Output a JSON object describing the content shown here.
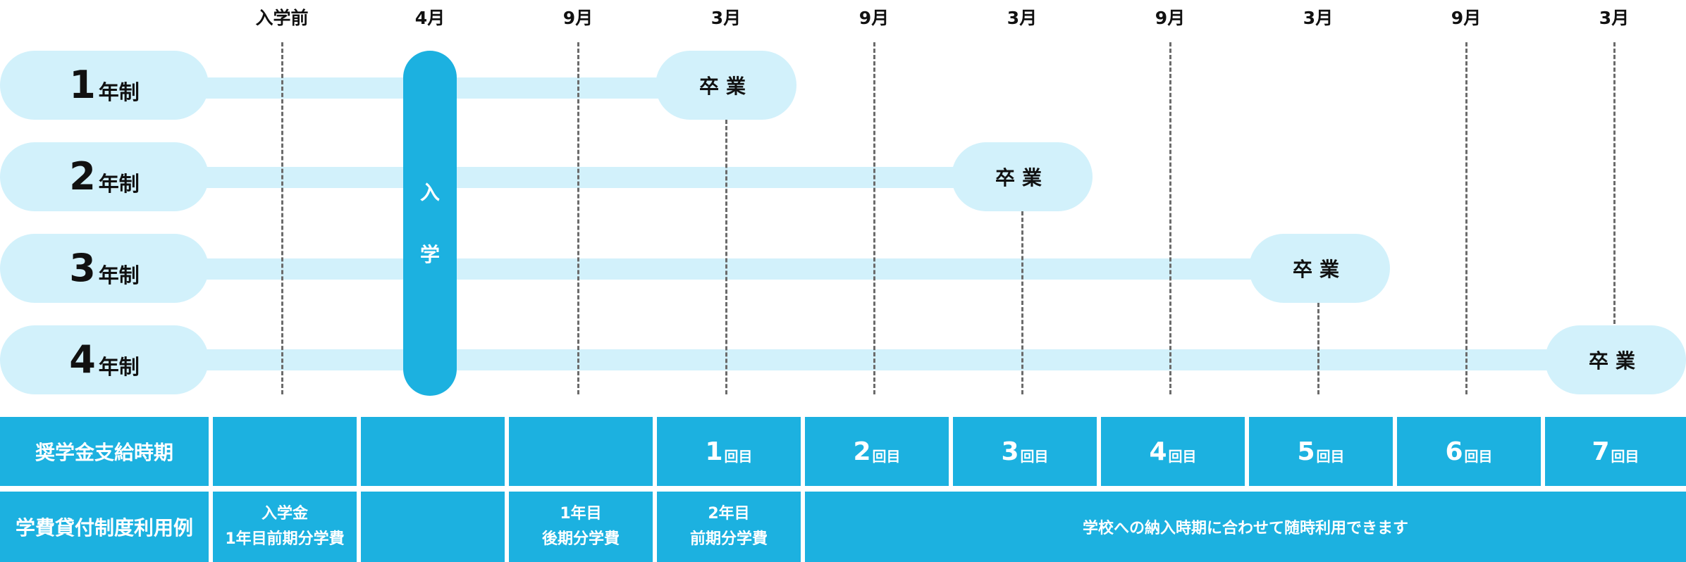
{
  "timeline_headers": [
    "入学前",
    "4月",
    "9月",
    "3月",
    "9月",
    "3月",
    "9月",
    "3月",
    "9月",
    "3月"
  ],
  "programs": [
    {
      "num": "1",
      "unit": "年制",
      "graduation": [
        "卒",
        "業"
      ]
    },
    {
      "num": "2",
      "unit": "年制",
      "graduation": [
        "卒",
        "業"
      ]
    },
    {
      "num": "3",
      "unit": "年制",
      "graduation": [
        "卒",
        "業"
      ]
    },
    {
      "num": "4",
      "unit": "年制",
      "graduation": [
        "卒",
        "業"
      ]
    }
  ],
  "enrollment": [
    "入",
    "学"
  ],
  "scholarship_row": {
    "label": "奨学金支給時期",
    "payments": [
      {
        "n": "1",
        "s": "回目"
      },
      {
        "n": "2",
        "s": "回目"
      },
      {
        "n": "3",
        "s": "回目"
      },
      {
        "n": "4",
        "s": "回目"
      },
      {
        "n": "5",
        "s": "回目"
      },
      {
        "n": "6",
        "s": "回目"
      },
      {
        "n": "7",
        "s": "回目"
      }
    ]
  },
  "loan_row": {
    "label": "学費貸付制度利用例",
    "entries": [
      [
        "入学金",
        "1年目前期分学費"
      ],
      [
        "1年目",
        "後期分学費"
      ],
      [
        "2年目",
        "前期分学費"
      ]
    ],
    "note": "学校への納入時期に合わせて随時利用できます"
  },
  "colors": {
    "light_blue": "#d2f1fb",
    "blue": "#1cb1e0",
    "dash": "#6b6b6b",
    "text": "#111111"
  }
}
